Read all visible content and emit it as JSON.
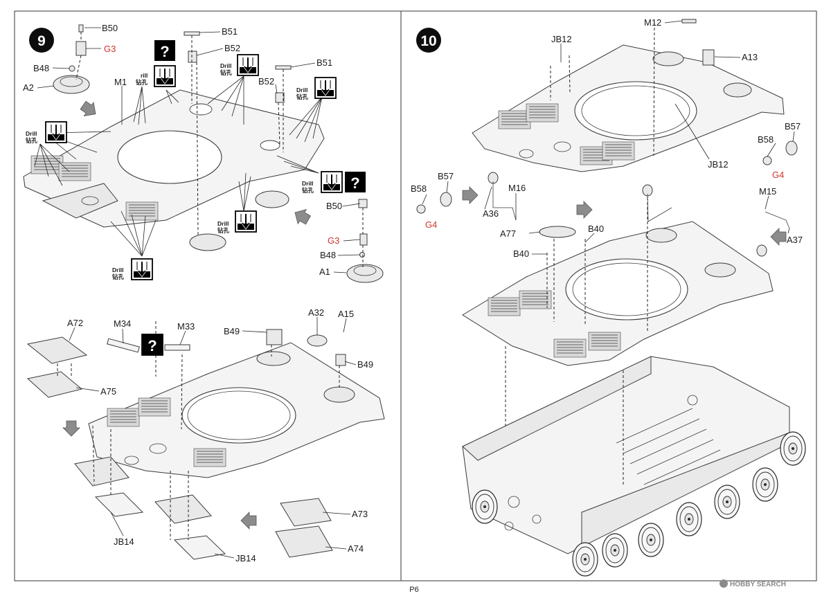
{
  "steps": {
    "left": "9",
    "right": "10"
  },
  "page_number": "P6",
  "watermark": "HOBBY SEARCH",
  "drill": {
    "label": "Drill",
    "label_partial": "rill",
    "cn": "钻孔",
    "question": "?"
  },
  "labels": {
    "B50a": "B50",
    "G3a": "G3",
    "B48a": "B48",
    "A2": "A2",
    "M1": "M1",
    "B51a": "B51",
    "B52a": "B52",
    "B51b": "B51",
    "B52b": "B52",
    "B50b": "B50",
    "G3b": "G3",
    "B48b": "B48",
    "A1": "A1",
    "A72": "A72",
    "M34": "M34",
    "M33": "M33",
    "A75": "A75",
    "B49a": "B49",
    "A32": "A32",
    "A15": "A15",
    "B49b": "B49",
    "A73": "A73",
    "A74": "A74",
    "JB14a": "JB14",
    "JB14b": "JB14",
    "M12": "M12",
    "JB12a": "JB12",
    "A13": "A13",
    "JB12b": "JB12",
    "B57a": "B57",
    "B58a": "B58",
    "G4a": "G4",
    "B58b": "B58",
    "B57b": "B57",
    "G4b": "G4",
    "A36": "A36",
    "M16": "M16",
    "M15": "M15",
    "A37": "A37",
    "A77": "A77",
    "B40a": "B40",
    "B40b": "B40"
  },
  "colors": {
    "ink": "#1a1a1a",
    "red_label": "#d0342c",
    "arrow_grey": "#8c8c8c",
    "panel": "#f4f4f4"
  }
}
